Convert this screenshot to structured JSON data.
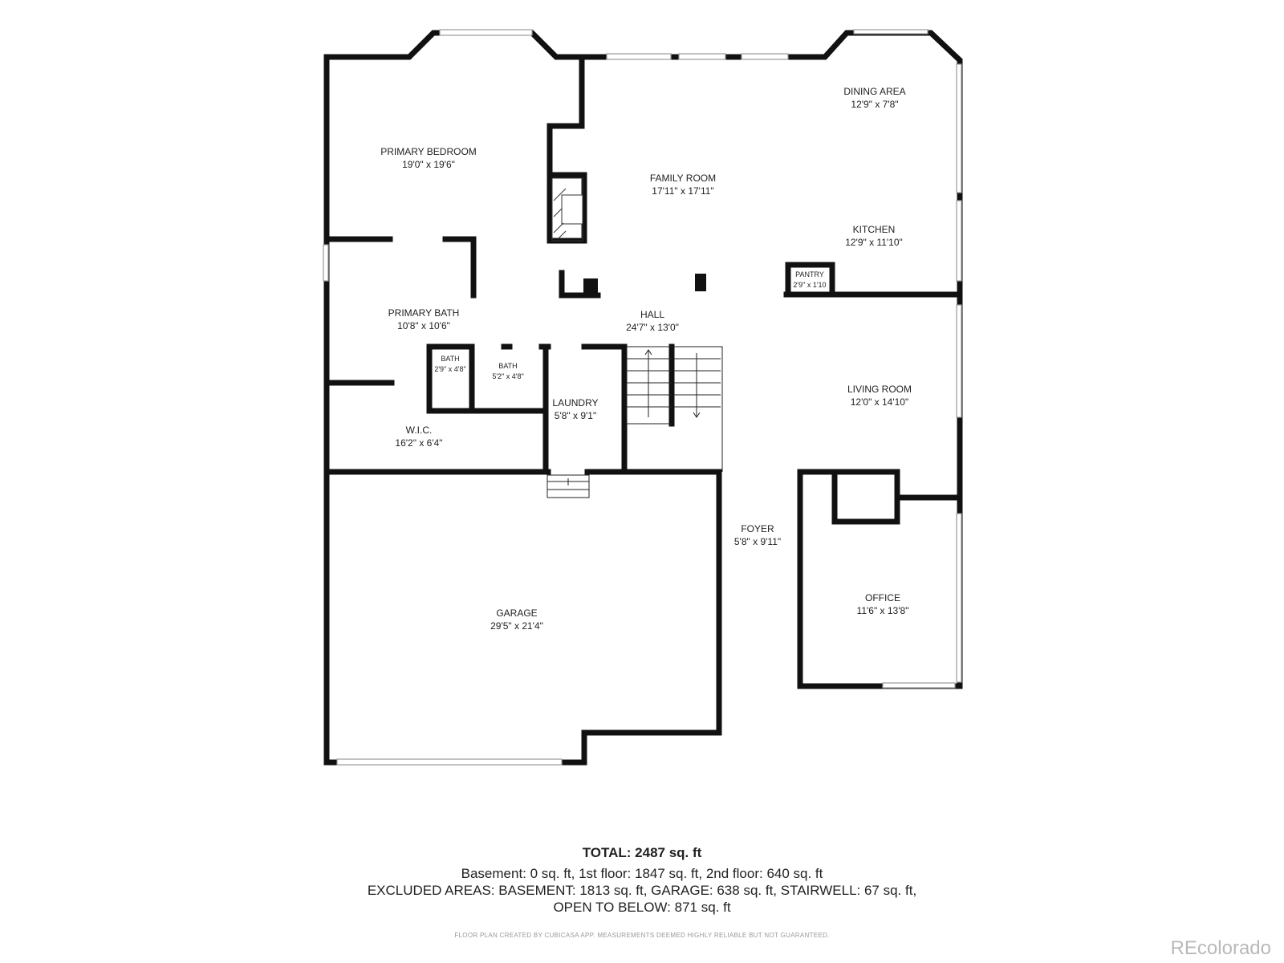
{
  "rooms": [
    {
      "id": "primary-bedroom",
      "name": "PRIMARY BEDROOM",
      "dims": "19'0\" x 19'6\""
    },
    {
      "id": "family-room",
      "name": "FAMILY ROOM",
      "dims": "17'11\" x 17'11\""
    },
    {
      "id": "dining-area",
      "name": "DINING AREA",
      "dims": "12'9\" x 7'8\""
    },
    {
      "id": "kitchen",
      "name": "KITCHEN",
      "dims": "12'9\" x 11'10\""
    },
    {
      "id": "pantry",
      "name": "PANTRY",
      "dims": "2'9\" x 1'10"
    },
    {
      "id": "primary-bath",
      "name": "PRIMARY BATH",
      "dims": "10'8\" x 10'6\""
    },
    {
      "id": "hall",
      "name": "HALL",
      "dims": "24'7\" x 13'0\""
    },
    {
      "id": "bath-1",
      "name": "BATH",
      "dims": "2'9\" x 4'8\""
    },
    {
      "id": "bath-2",
      "name": "BATH",
      "dims": "5'2\" x 4'8\""
    },
    {
      "id": "laundry",
      "name": "LAUNDRY",
      "dims": "5'8\" x 9'1\""
    },
    {
      "id": "living-room",
      "name": "LIVING ROOM",
      "dims": "12'0\" x 14'10\""
    },
    {
      "id": "wic",
      "name": "W.I.C.",
      "dims": "16'2\" x 6'4\""
    },
    {
      "id": "foyer",
      "name": "FOYER",
      "dims": "5'8\" x 9'11\""
    },
    {
      "id": "office",
      "name": "OFFICE",
      "dims": "11'6\" x 13'8\""
    },
    {
      "id": "garage",
      "name": "GARAGE",
      "dims": "29'5\" x 21'4\""
    }
  ],
  "summary": {
    "total": "TOTAL: 2487 sq. ft",
    "line1": "Basement: 0 sq. ft, 1st floor: 1847 sq. ft, 2nd floor: 640 sq. ft",
    "line2": "EXCLUDED AREAS: BASEMENT: 1813 sq. ft, GARAGE: 638 sq. ft, STAIRWELL: 67 sq. ft,",
    "line3": "OPEN TO BELOW: 871 sq. ft"
  },
  "disclaimer": "FLOOR PLAN CREATED BY CUBICASA APP. MEASUREMENTS DEEMED HIGHLY RELIABLE BUT NOT GUARANTEED.",
  "watermark": "REcolorado",
  "colors": {
    "wall": "#111111",
    "window": "#bdbdbd",
    "text": "#222222"
  }
}
